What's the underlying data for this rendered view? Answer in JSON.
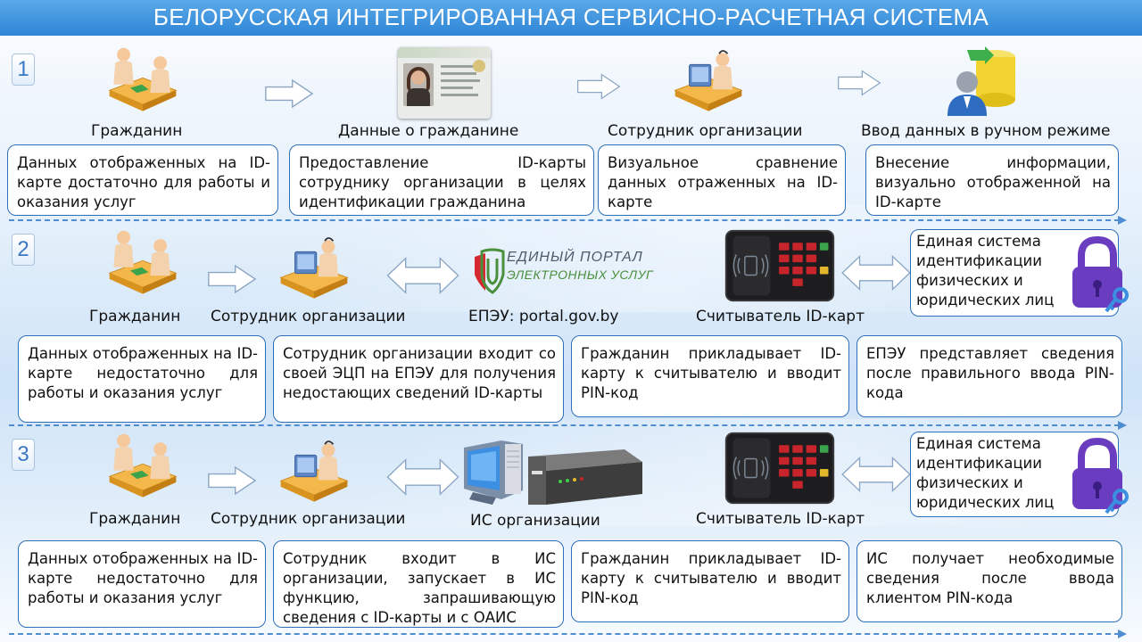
{
  "title": "БЕЛОРУССКАЯ ИНТЕГРИРОВАННАЯ СЕРВИСНО-РАСЧЕТНАЯ СИСТЕМА",
  "rows": [
    {
      "number": "1",
      "labels": [
        "Гражданин",
        "Данные о гражданине",
        "Сотрудник организации",
        "Ввод данных в ручном режиме"
      ],
      "boxes": [
        "Данных отображенных на ID-карте достаточно для работы и оказания услуг",
        "Предоставление ID-карты сотруднику организации в целях идентификации гражданина",
        "Визуальное сравнение данных отраженных на ID-карте",
        "Внесение информации, визуально отображенной на ID-карте"
      ]
    },
    {
      "number": "2",
      "labels": [
        "Гражданин",
        "Сотрудник организации",
        "ЕПЭУ: portal.gov.by",
        "Считыватель ID-карт"
      ],
      "auth_box": "Единая система идентификации физических и юридических лиц",
      "boxes": [
        "Данных отображенных на ID-карте недостаточно для работы и оказания услуг",
        "Сотрудник организации входит со своей ЭЦП на ЕПЭУ для получения недостающих сведений ID-карты",
        "Гражданин прикладывает ID-карту к считывателю и вводит PIN-код",
        "ЕПЭУ представляет сведения после правильного ввода PIN-кода"
      ]
    },
    {
      "number": "3",
      "labels": [
        "Гражданин",
        "Сотрудник организации",
        "ИС организации",
        "Считыватель ID-карт"
      ],
      "auth_box": "Единая система идентификации физических и юридических лиц",
      "boxes": [
        "Данных отображенных на ID-карте недостаточно для работы и оказания услуг",
        "Сотрудник входит в ИС организации, запускает в ИС функцию, запрашивающую сведения с ID-карты и с ОАИС",
        "Гражданин прикладывает ID-карту к считывателю и вводит PIN-код",
        "ИС получает необходимые сведения после ввода клиентом PIN-кода"
      ]
    }
  ],
  "portal_logo": {
    "line1": "ЕДИНЫЙ ПОРТАЛ",
    "line2": "ЭЛЕКТРОННЫХ УСЛУГ"
  },
  "icons": {
    "citizen": "citizen-meeting-icon",
    "employee": "employee-at-desk-icon",
    "id_card": "id-card-image",
    "manual_entry": "database-user-icon",
    "reader": "id-card-reader-icon",
    "lock": "padlock-key-icon",
    "server": "server-computer-icon",
    "portal": "portal-logo"
  },
  "colors": {
    "title_bar": "#2e86d6",
    "box_border": "#2f6fb8",
    "divider": "#4e8dd0",
    "lock": "#6a3cc0",
    "portal_green": "#4a8f3c"
  }
}
